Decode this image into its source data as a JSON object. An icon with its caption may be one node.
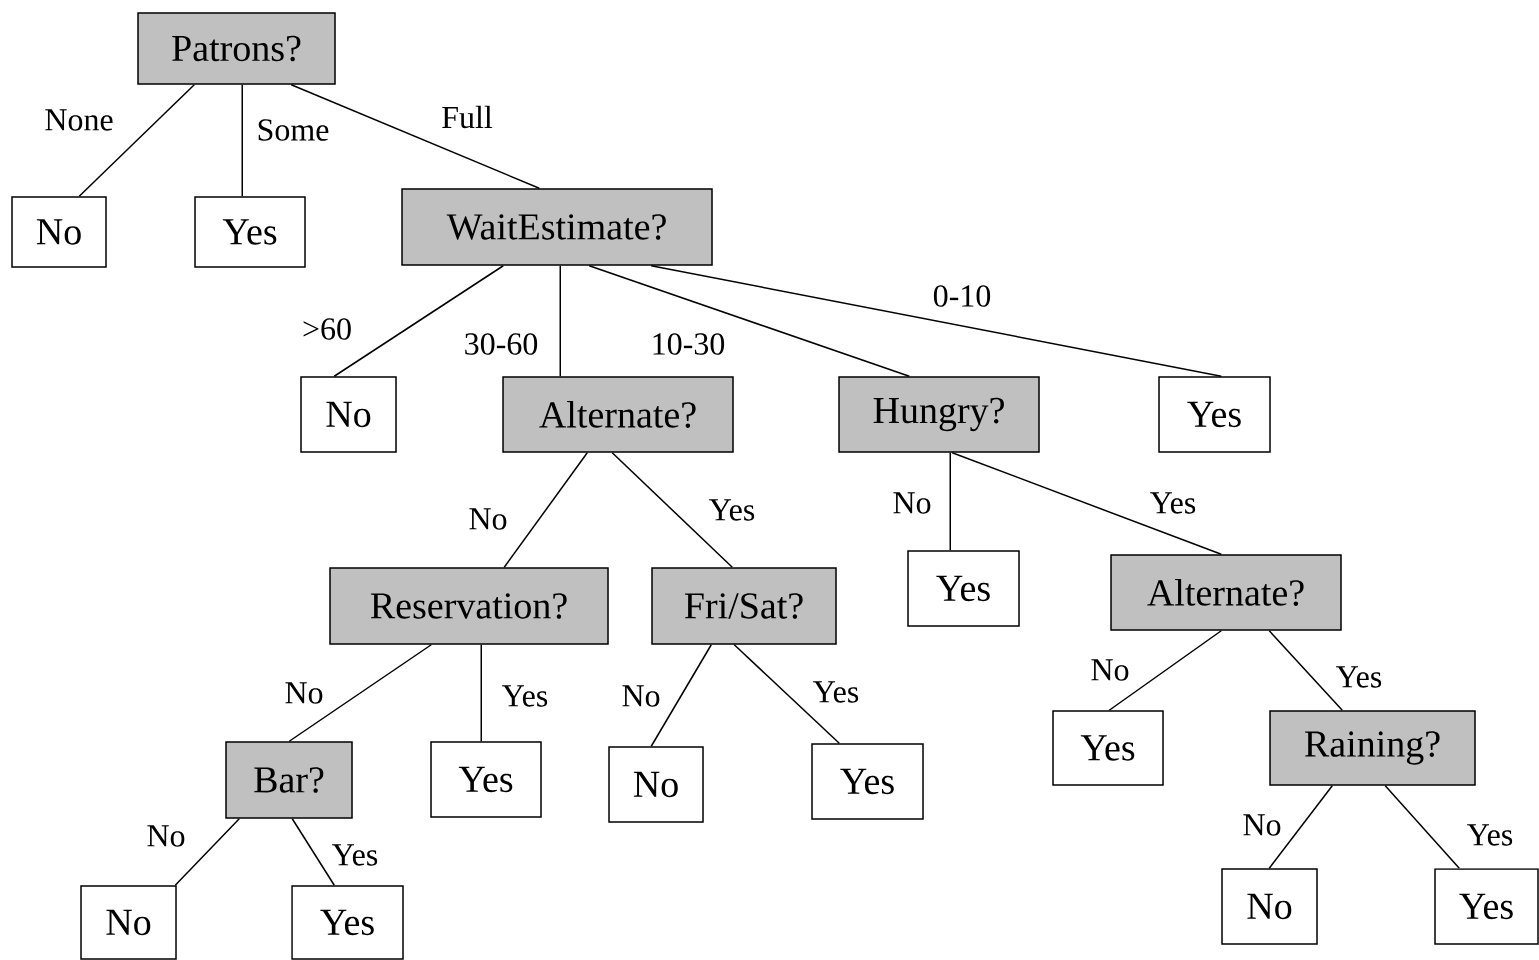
{
  "diagram": {
    "nodes": [
      {
        "text": [
          "Patrons?"
        ]
      },
      {
        "text": [
          "No"
        ]
      },
      {
        "text": [
          "Yes"
        ]
      },
      {
        "text": [
          "WaitEstimate?"
        ]
      },
      {
        "text": [
          "No"
        ]
      },
      {
        "text": [
          "Alternate?"
        ]
      },
      {
        "text": [
          "Hungry?"
        ]
      },
      {
        "text": [
          "Yes"
        ]
      },
      {
        "text": [
          "Reservation?"
        ]
      },
      {
        "text": [
          "Fri/Sat?"
        ]
      },
      {
        "text": [
          "Yes"
        ]
      },
      {
        "text": [
          "Alternate?"
        ]
      },
      {
        "text": [
          "Bar?"
        ]
      },
      {
        "text": [
          "Yes"
        ]
      },
      {
        "text": [
          "No"
        ]
      },
      {
        "text": [
          "Yes"
        ]
      },
      {
        "text": [
          "Yes"
        ]
      },
      {
        "text": [
          "Raining?"
        ]
      },
      {
        "text": [
          "No"
        ]
      },
      {
        "text": [
          "Yes"
        ]
      },
      {
        "text": [
          "No"
        ]
      },
      {
        "text": [
          "Yes"
        ]
      }
    ],
    "edges": [
      {
        "from": 0,
        "to": 1,
        "arrow": "none",
        "label": "None"
      },
      {
        "from": 0,
        "to": 2,
        "arrow": "none",
        "label": "Some"
      },
      {
        "from": 0,
        "to": 3,
        "arrow": "none",
        "label": "Full"
      },
      {
        "from": 3,
        "to": 4,
        "arrow": "none",
        "label": ">60"
      },
      {
        "from": 3,
        "to": 5,
        "arrow": "none",
        "label": "30-60"
      },
      {
        "from": 3,
        "to": 6,
        "arrow": "none",
        "label": "10-30"
      },
      {
        "from": 3,
        "to": 7,
        "arrow": "none",
        "label": "0-10"
      },
      {
        "from": 5,
        "to": 8,
        "arrow": "none",
        "label": "No"
      },
      {
        "from": 5,
        "to": 9,
        "arrow": "none",
        "label": "Yes"
      },
      {
        "from": 6,
        "to": 10,
        "arrow": "none",
        "label": "No"
      },
      {
        "from": 6,
        "to": 11,
        "arrow": "none",
        "label": "Yes"
      },
      {
        "from": 8,
        "to": 12,
        "arrow": "none",
        "label": "No"
      },
      {
        "from": 8,
        "to": 13,
        "arrow": "none",
        "label": "Yes"
      },
      {
        "from": 9,
        "to": 14,
        "arrow": "none",
        "label": "No"
      },
      {
        "from": 9,
        "to": 15,
        "arrow": "none",
        "label": "Yes"
      },
      {
        "from": 11,
        "to": 16,
        "arrow": "none",
        "label": "No"
      },
      {
        "from": 11,
        "to": 17,
        "arrow": "none",
        "label": "Yes"
      },
      {
        "from": 12,
        "to": 18,
        "arrow": "none",
        "label": "No"
      },
      {
        "from": 12,
        "to": 19,
        "arrow": "none",
        "label": "Yes"
      },
      {
        "from": 17,
        "to": 20,
        "arrow": "none",
        "label": "No"
      },
      {
        "from": 17,
        "to": 21,
        "arrow": "none",
        "label": "Yes"
      }
    ]
  }
}
